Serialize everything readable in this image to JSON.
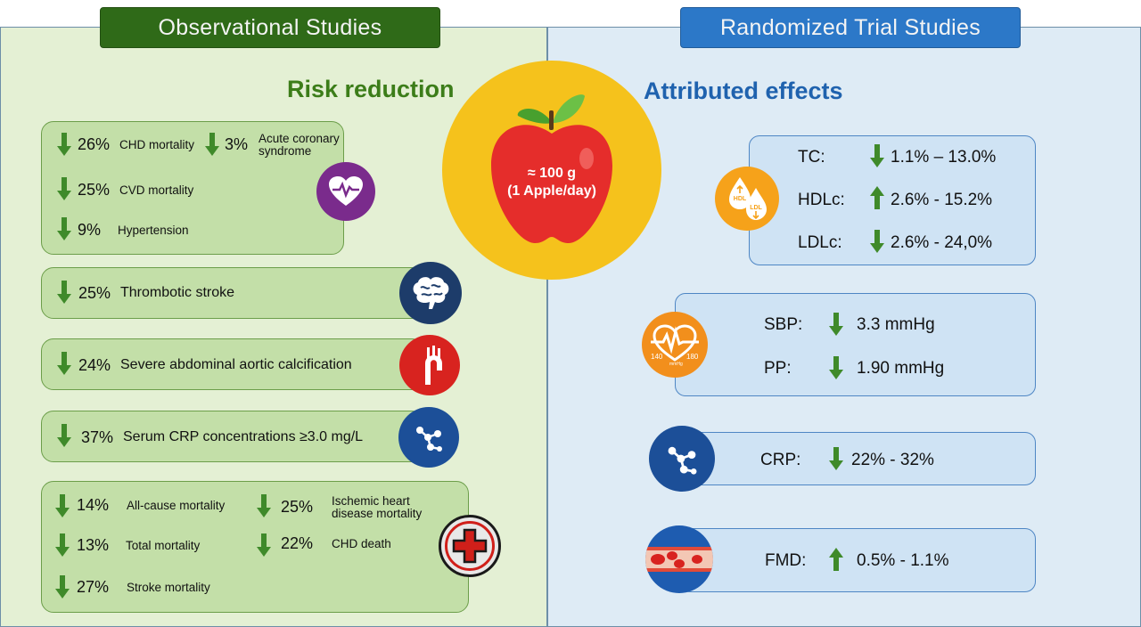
{
  "headers": {
    "observational": "Observational Studies",
    "randomized": "Randomized Trial Studies"
  },
  "titles": {
    "risk": "Risk reduction",
    "effects": "Attributed effects"
  },
  "apple": {
    "line1": "≈ 100 g",
    "line2": "(1 Apple/day)"
  },
  "observational": {
    "card1": {
      "items": [
        {
          "pct": "26%",
          "label": "CHD mortality",
          "direction": "down"
        },
        {
          "pct": "3%",
          "label": "Acute coronary syndrome",
          "direction": "down"
        },
        {
          "pct": "25%",
          "label": "CVD mortality",
          "direction": "down"
        },
        {
          "pct": "9%",
          "label": "Hypertension",
          "direction": "down"
        }
      ],
      "icon": "heart-pulse-icon"
    },
    "card2": {
      "pct": "25%",
      "label": "Thrombotic stroke",
      "direction": "down",
      "icon": "brain-icon"
    },
    "card3": {
      "pct": "24%",
      "label": "Severe abdominal aortic calcification",
      "direction": "down",
      "icon": "aorta-icon"
    },
    "card4": {
      "pct": "37%",
      "label": "Serum CRP concentrations ≥3.0 mg/L",
      "direction": "down",
      "icon": "molecule-icon"
    },
    "card5": {
      "items": [
        {
          "pct": "14%",
          "label": "All-cause mortality",
          "direction": "down"
        },
        {
          "pct": "25%",
          "label": "Ischemic heart disease mortality",
          "direction": "down"
        },
        {
          "pct": "13%",
          "label": "Total mortality",
          "direction": "down"
        },
        {
          "pct": "22%",
          "label": "CHD death",
          "direction": "down"
        },
        {
          "pct": "27%",
          "label": "Stroke mortality",
          "direction": "down"
        }
      ],
      "icon": "medical-cross-icon"
    }
  },
  "randomized": {
    "lipids": {
      "icon": "lipid-drops-icon",
      "icon_labels": {
        "hdl": "HDL",
        "ldl": "LDL"
      },
      "rows": [
        {
          "label": "TC:",
          "value": "1.1% – 13.0%",
          "direction": "down"
        },
        {
          "label": "HDLc:",
          "value": "2.6% - 15.2%",
          "direction": "up"
        },
        {
          "label": "LDLc:",
          "value": "2.6% - 24,0%",
          "direction": "down"
        }
      ]
    },
    "bp": {
      "icon": "blood-pressure-icon",
      "icon_labels": {
        "low": "140",
        "high": "180",
        "unit": "mmHg"
      },
      "rows": [
        {
          "label": "SBP:",
          "value": "3.3 mmHg",
          "direction": "down"
        },
        {
          "label": "PP:",
          "value": "1.90 mmHg",
          "direction": "down"
        }
      ]
    },
    "crp": {
      "icon": "molecule-icon",
      "label": "CRP:",
      "value": "22% - 32%",
      "direction": "down"
    },
    "fmd": {
      "icon": "blood-vessel-icon",
      "label": "FMD:",
      "value": "0.5% - 1.1%",
      "direction": "up"
    }
  },
  "colors": {
    "green_dark": "#2f6a18",
    "blue_header": "#2c78c8",
    "green_card": "#c3dfa8",
    "blue_card": "#cfe3f4",
    "apple_red": "#e52d2b",
    "apple_bg": "#f5c21c",
    "arrow_green": "#3f8a2a"
  }
}
